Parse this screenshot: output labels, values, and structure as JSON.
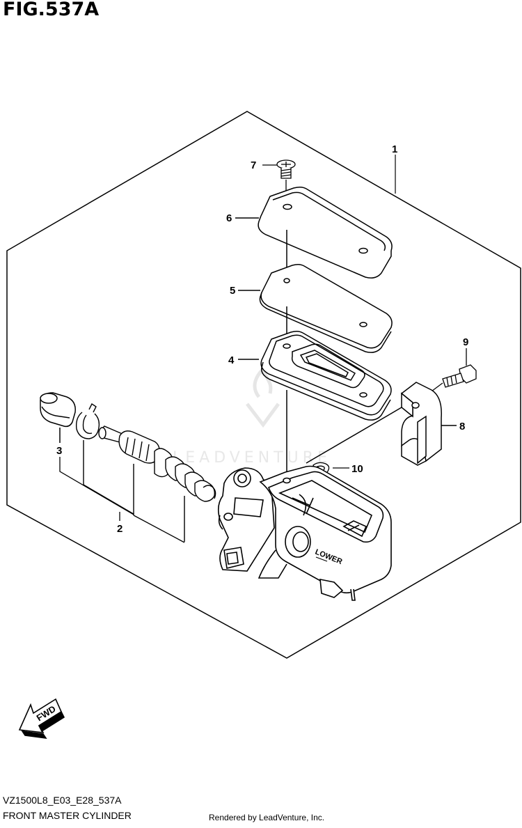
{
  "figure": {
    "title": "FIG.537A",
    "code": "VZ1500L8_E03_E28_537A",
    "name": "FRONT MASTER CYLINDER",
    "credit": "Rendered by LeadVenture, Inc.",
    "watermark": "LEADVENTURE"
  },
  "callouts": [
    "1",
    "2",
    "3",
    "4",
    "5",
    "6",
    "7",
    "8",
    "9",
    "10"
  ],
  "markings": {
    "fwd": "FWD",
    "lower": "LOWER"
  }
}
